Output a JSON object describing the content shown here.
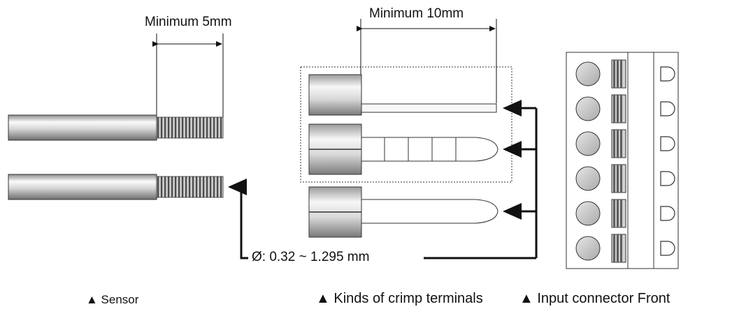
{
  "labels": {
    "min_5mm": "Minimum 5mm",
    "min_10mm": "Minimum 10mm",
    "diameter": "Ø: 0.32 ~ 1.295 mm"
  },
  "captions": {
    "sensor": "▲ Sensor",
    "crimp": "▲ Kinds of crimp terminals",
    "connector": "▲ Input connector  Front"
  },
  "connector": {
    "terminal_count": 6
  },
  "colors": {
    "line": "#111111",
    "metal_light": "#f2f2f2",
    "metal_dark": "#8a8a8a",
    "circle_fill": "#cfcfcf",
    "clamp_dark": "#6e6e6e"
  }
}
